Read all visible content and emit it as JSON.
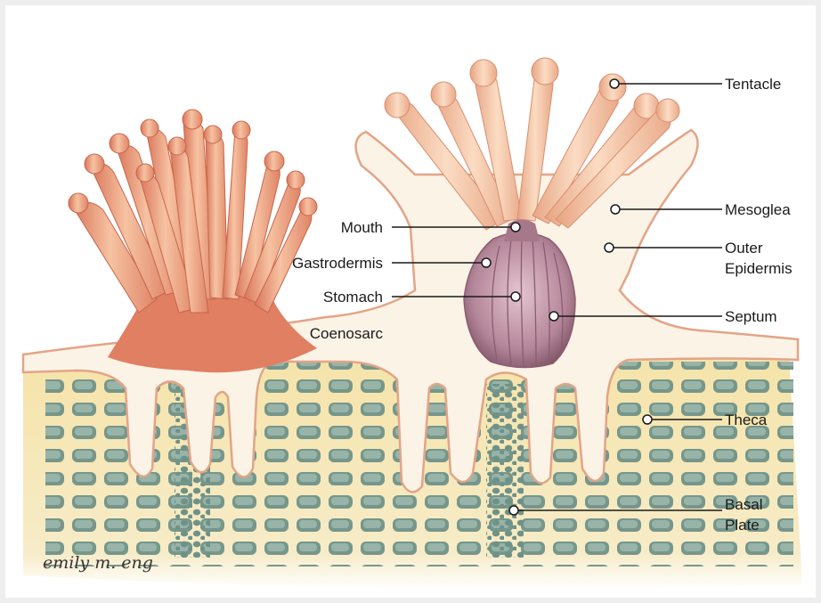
{
  "labels": {
    "tentacle": "Tentacle",
    "mesoglea": "Mesoglea",
    "outer_epidermis_line1": "Outer",
    "outer_epidermis_line2": "Epidermis",
    "septum": "Septum",
    "theca": "Theca",
    "basal_plate_line1": "Basal",
    "basal_plate_line2": "Plate",
    "mouth": "Mouth",
    "gastrodermis": "Gastrodermis",
    "stomach": "Stomach",
    "coenosarc": "Coenosarc"
  },
  "signature": "emily m. eng",
  "colors": {
    "polyp_orange": "#e8906c",
    "polyp_light": "#f6c7a6",
    "tissue_cream": "#fbf3e6",
    "skeleton_yellow": "#f3e2a6",
    "skeleton_blocks": "#6d8f86",
    "stomach_mauve": "#a9788c"
  }
}
